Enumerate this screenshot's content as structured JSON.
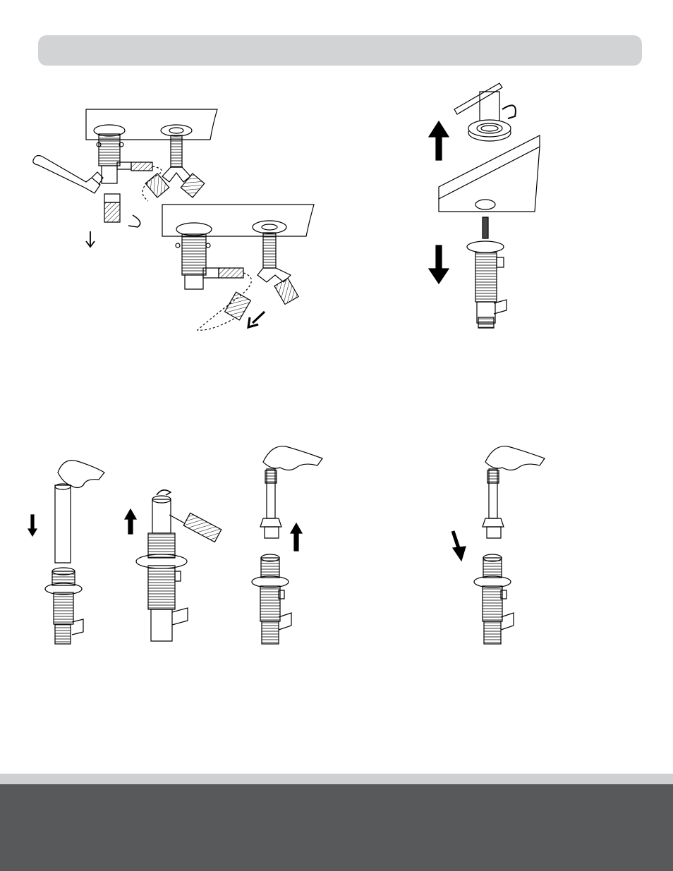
{
  "page": {
    "header_bar_color": "#d2d3d5",
    "footer_light_color": "#cfd0d2",
    "footer_dark_color": "#58595b",
    "line_color": "#000000"
  },
  "figures": [
    {
      "id": "fig-hose-disconnect",
      "icons": [
        "wrench-icon",
        "rotate-arrow-icon",
        "down-arrow-icon"
      ]
    },
    {
      "id": "fig-handle-removal",
      "icons": [
        "up-arrow-icon",
        "down-arrow-icon",
        "rotate-arrow-icon"
      ]
    },
    {
      "id": "fig-lower-sleeve",
      "icons": [
        "hand-icon",
        "down-arrow-icon"
      ]
    },
    {
      "id": "fig-screwdriver-remove",
      "icons": [
        "up-arrow-icon",
        "screwdriver-icon",
        "rotate-arrow-icon"
      ]
    },
    {
      "id": "fig-pull-cartridge",
      "icons": [
        "hand-icon",
        "up-arrow-icon"
      ]
    },
    {
      "id": "fig-insert-cartridge",
      "icons": [
        "hand-icon",
        "down-arrow-icon"
      ]
    }
  ]
}
